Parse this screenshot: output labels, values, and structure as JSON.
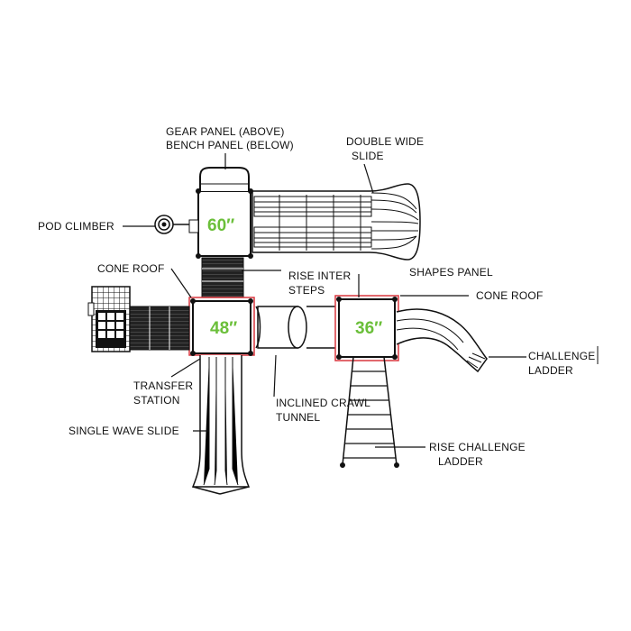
{
  "deck_labels": {
    "deck_60": "60″",
    "deck_48": "48″",
    "deck_36": "36″"
  },
  "callouts": {
    "gear_panel": "GEAR PANEL (ABOVE)",
    "bench_panel": "BENCH PANEL (BELOW)",
    "double_wide_slide_1": "DOUBLE WIDE",
    "double_wide_slide_2": "SLIDE",
    "pod_climber": "POD CLIMBER",
    "cone_roof_left": "CONE ROOF",
    "rise_inter_steps_1": "RISE INTER",
    "rise_inter_steps_2": "STEPS",
    "shapes_panel": "SHAPES PANEL",
    "cone_roof_right": "CONE ROOF",
    "challenge_ladder_1": "CHALLENGE",
    "challenge_ladder_2": "LADDER",
    "transfer_station_1": "TRANSFER",
    "transfer_station_2": "STATION",
    "inclined_crawl_tunnel_1": "INCLINED CRAWL",
    "inclined_crawl_tunnel_2": "TUNNEL",
    "single_wave_slide": "SINGLE WAVE SLIDE",
    "rise_challenge_ladder_1": "RISE CHALLENGE",
    "rise_challenge_ladder_2": "LADDER"
  },
  "colors": {
    "deck_label": "#6bbf3a",
    "deck_outline_red": "#d9363e",
    "line": "#111111"
  }
}
